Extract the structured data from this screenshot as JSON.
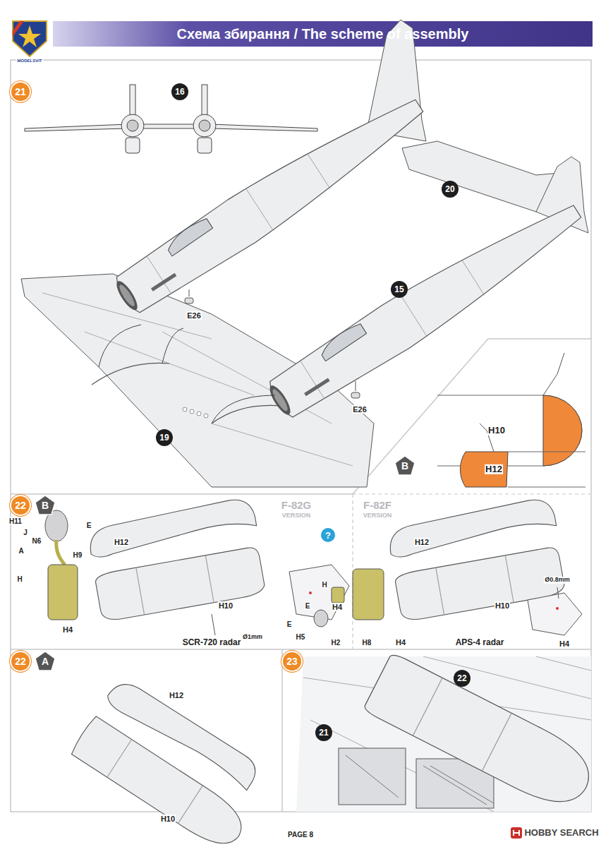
{
  "diagram": {
    "title": "Схема збирання / The scheme of assembly",
    "nodes": [
      {
        "text": [
          "21"
        ]
      },
      {
        "text": [
          "16"
        ]
      },
      {
        "text": [
          "20"
        ]
      },
      {
        "text": [
          "15"
        ]
      },
      {
        "text": [
          "19"
        ]
      },
      {
        "text": [
          "B"
        ]
      },
      {
        "text": [
          "22"
        ]
      },
      {
        "text": [
          "B"
        ]
      },
      {
        "text": [
          "?"
        ]
      },
      {
        "text": [
          "22"
        ]
      },
      {
        "text": [
          "A"
        ]
      },
      {
        "text": [
          "23"
        ]
      },
      {
        "text": [
          "22"
        ]
      },
      {
        "text": [
          "21"
        ]
      }
    ],
    "labels": [
      "MODELSVIT",
      "E26",
      "E26",
      "H10",
      "H12",
      "H11",
      "E",
      "J",
      "N6",
      "A",
      "H9",
      "H",
      "H4",
      "H12",
      "H10",
      "SCR-720 radar",
      "F-82G",
      "VERSION",
      "F-82F",
      "VERSION",
      "H4",
      "Ø1mm",
      "H12",
      "H",
      "E",
      "E",
      "H5",
      "H2",
      "H8",
      "H4",
      "H10",
      "APS-4 radar",
      "Ø0.8mm",
      "H4",
      "H12",
      "H10",
      "PAGE 8",
      "HOBBY SEARCH"
    ]
  }
}
